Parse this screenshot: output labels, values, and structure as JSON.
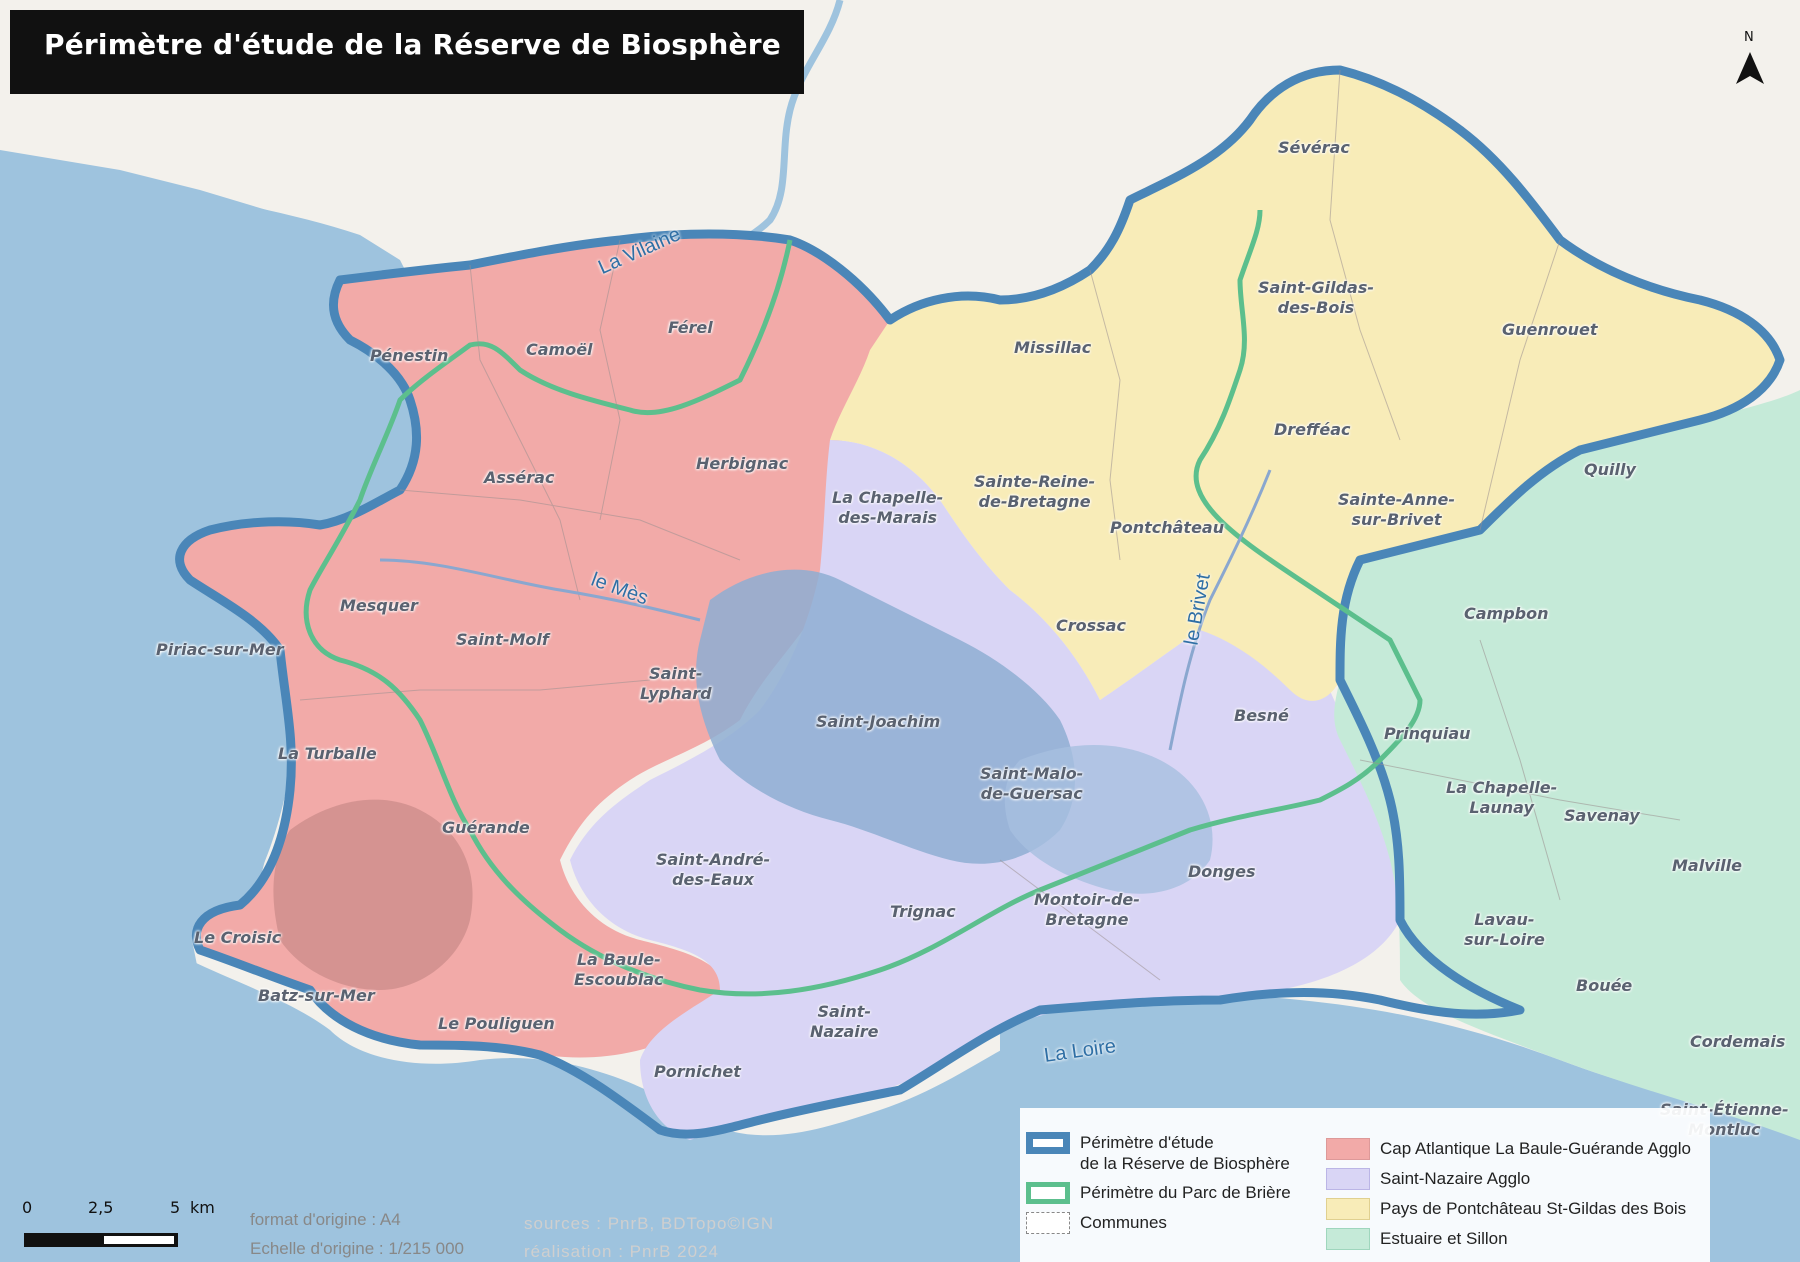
{
  "title": "Périmètre d'étude de la Réserve de Biosphère",
  "north_label": "N",
  "colors": {
    "sea": "#9ec3de",
    "land": "#f3f1ec",
    "cap_atlantique": "#f2aaa8",
    "saint_nazaire": "#d9d5f5",
    "pontchateau": "#f8ecb8",
    "estuaire": "#c5ead8",
    "briere_marsh": "#8eaed2",
    "study_perimeter": "#4a86b8",
    "briere_perimeter": "#5cbf8d"
  },
  "rivers": {
    "vilaine": "La Vilaine",
    "mes": "le Mès",
    "brivet": "le Brivet",
    "loire": "La Loire"
  },
  "communes": {
    "severac": "Sévérac",
    "saint_gildas_1": "Saint-Gildas-",
    "saint_gildas_2": "des-Bois",
    "guenrouet": "Guenrouet",
    "missillac": "Missillac",
    "drefféac": "Drefféac",
    "quilly": "Quilly",
    "sainte_reine_1": "Sainte-Reine-",
    "sainte_reine_2": "de-Bretagne",
    "sainte_anne_1": "Sainte-Anne-",
    "sainte_anne_2": "sur-Brivet",
    "pontchateau": "Pontchâteau",
    "campbon": "Campbon",
    "crossac": "Crossac",
    "prinquiau": "Prinquiau",
    "besne": "Besné",
    "chapelle_launay_1": "La Chapelle-",
    "chapelle_launay_2": "Launay",
    "savenay": "Savenay",
    "malville": "Malville",
    "lavau_1": "Lavau-",
    "lavau_2": "sur-Loire",
    "bouee": "Bouée",
    "cordemais": "Cordemais",
    "saint_etienne_1": "Saint-Étienne-",
    "saint_etienne_2": "Montluc",
    "donges": "Donges",
    "montoir_1": "Montoir-de-",
    "montoir_2": "Bretagne",
    "saint_malo_1": "Saint-Malo-",
    "saint_malo_2": "de-Guersac",
    "trignac": "Trignac",
    "saint_joachim": "Saint-Joachim",
    "chapelle_marais_1": "La Chapelle-",
    "chapelle_marais_2": "des-Marais",
    "saint_andre_1": "Saint-André-",
    "saint_andre_2": "des-Eaux",
    "saint_nazaire_1": "Saint-",
    "saint_nazaire_2": "Nazaire",
    "pornichet": "Pornichet",
    "la_baule_1": "La Baule-",
    "la_baule_2": "Escoublac",
    "le_pouliguen": "Le Pouliguen",
    "batz": "Batz-sur-Mer",
    "le_croisic": "Le Croisic",
    "guerande": "Guérande",
    "la_turballe": "La Turballe",
    "piriac": "Piriac-sur-Mer",
    "mesquer": "Mesquer",
    "saint_molf": "Saint-Molf",
    "saint_lyphard_1": "Saint-",
    "saint_lyphard_2": "Lyphard",
    "asserac": "Assérac",
    "herbignac": "Herbignac",
    "penestin": "Pénestin",
    "camoel": "Camoël",
    "ferel": "Férel"
  },
  "legend": {
    "study_1": "Périmètre d'étude",
    "study_2": "de la Réserve de Biosphère",
    "briere": "Périmètre du Parc de Brière",
    "communes": "Communes",
    "cap": "Cap Atlantique La Baule-Guérande Agglo",
    "carene": "Saint-Nazaire Agglo",
    "pontchateau": "Pays de Pontchâteau St-Gildas des Bois",
    "estuaire": "Estuaire et Sillon"
  },
  "scale": {
    "l0": "0",
    "l1": "2,5",
    "l2": "5",
    "unit": "km"
  },
  "meta": {
    "format": "format d'origine : A4",
    "echelle": "Echelle d'origine : 1/215 000",
    "sources": "sources  :  PnrB,  BDTopo©IGN",
    "realisation": "réalisation : PnrB 2024"
  }
}
